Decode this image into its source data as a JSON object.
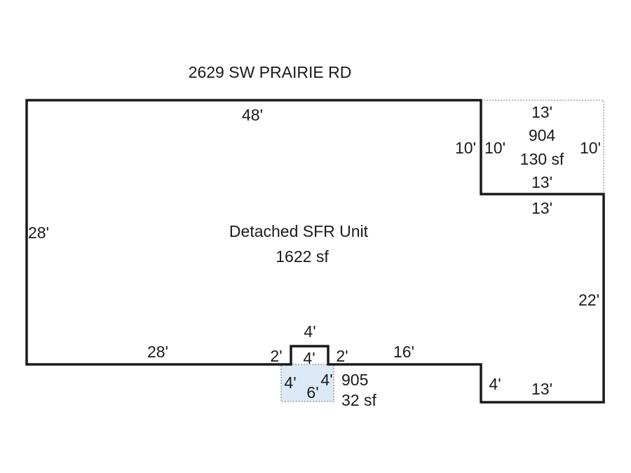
{
  "address": "2629 SW PRAIRIE RD",
  "main_area": {
    "name": "Detached SFR Unit",
    "area": "1622 sf"
  },
  "area_904": {
    "code": "904",
    "area": "130 sf",
    "dims": {
      "top": "13'",
      "left": "10'",
      "right": "10'",
      "bottom": "13'"
    }
  },
  "area_905": {
    "code": "905",
    "area": "32 sf",
    "dims": {
      "top": "4'",
      "left": "4'",
      "right": "4'",
      "bottom": "6'"
    }
  },
  "main_dims": {
    "top": "48'",
    "left": "28'",
    "bottom_left": "28'",
    "bump_left": "2'",
    "bump_top": "4'",
    "bump_right": "2'",
    "bottom_mid": "16'",
    "step_down": "4'",
    "bottom_right": "13'",
    "right": "22'",
    "notch_left": "10'",
    "notch_bottom": "13'"
  },
  "colors": {
    "outline": "#1a1a1a",
    "dashed": "#777777",
    "area_905_fill": "#dce9f7"
  }
}
